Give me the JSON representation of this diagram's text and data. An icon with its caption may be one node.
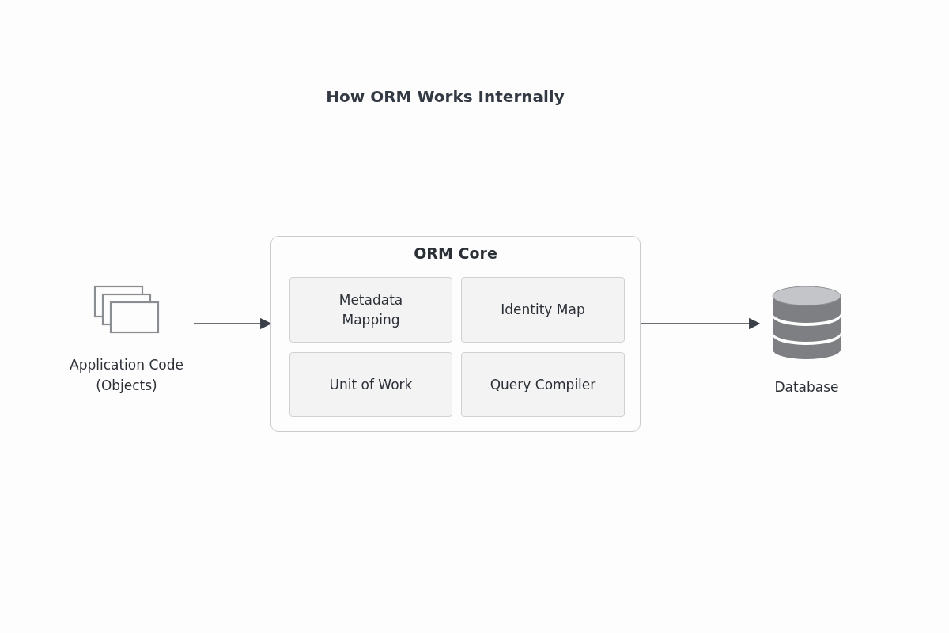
{
  "diagram": {
    "title": "How ORM Works Internally",
    "nodes": [
      {
        "text": [
          "Application Code (Objects)"
        ]
      },
      {
        "text": [
          "ORM Core"
        ]
      },
      {
        "text": [
          "Metadata Mapping"
        ],
        "in": 1
      },
      {
        "text": [
          "Identity Map"
        ],
        "in": 1
      },
      {
        "text": [
          "Unit of Work"
        ],
        "in": 1
      },
      {
        "text": [
          "Query Compiler"
        ],
        "in": 1
      },
      {
        "text": [
          "Database"
        ]
      }
    ],
    "edges": [
      {
        "from": 0,
        "to": 1,
        "arrow": "to"
      },
      {
        "from": 1,
        "to": 6,
        "arrow": "to"
      }
    ]
  }
}
